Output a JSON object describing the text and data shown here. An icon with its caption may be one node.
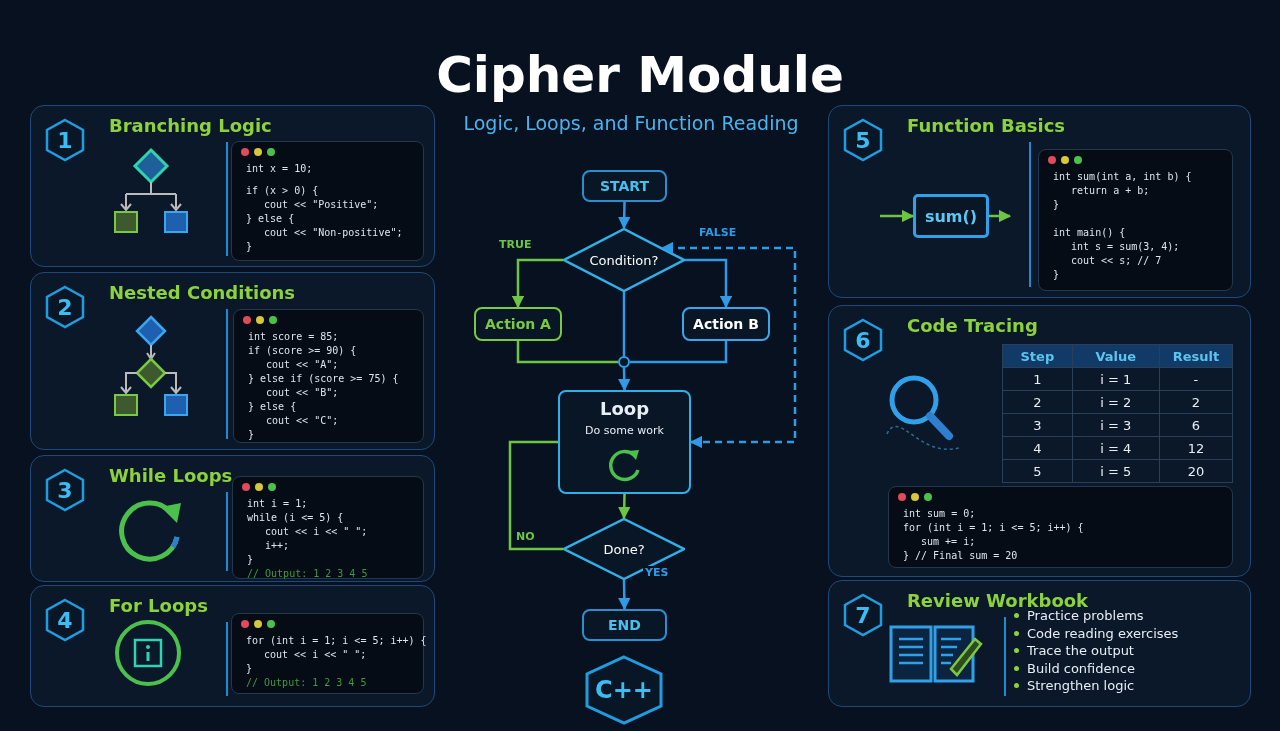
{
  "diagram": {
    "title": "Cipher Module",
    "nodes": [
      {
        "text": [
          "1",
          "Branching Logic"
        ]
      },
      {
        "text": [
          "int x = 10;",
          "if (x > 0) {",
          "cout << \"Positive\";",
          "} else {",
          "cout << \"Non-positive\";",
          "}"
        ],
        "in": 0
      },
      {
        "text": [
          "2",
          "Nested Conditions"
        ]
      },
      {
        "text": [
          "int score = 85;",
          "if (score >= 90) {",
          "cout << \"A\";",
          "} else if (score >= 75) {",
          "cout << \"B\";",
          "} else {",
          "cout << \"C\";",
          "}"
        ],
        "in": 2
      },
      {
        "text": [
          "3",
          "While Loops"
        ]
      },
      {
        "text": [
          "int i = 1;",
          "while (i <= 5) {",
          "cout << i << \" \";",
          "i++;",
          "}",
          "// Output: 1 2 3 4 5"
        ],
        "in": 4
      },
      {
        "text": [
          "4",
          "For Loops"
        ]
      },
      {
        "text": [
          "for (int i = 1; i <= 5; i++) {",
          "cout << i << \" \";",
          "}",
          "// Output: 1 2 3 4 5"
        ],
        "in": 6
      },
      {
        "text": [
          "START"
        ]
      },
      {
        "text": [
          "Condition?"
        ]
      },
      {
        "text": [
          "Action A"
        ]
      },
      {
        "text": [
          "Action B"
        ]
      },
      {
        "text": [],
        "shape": "circle"
      },
      {
        "text": [
          "Loop",
          "Do some work"
        ]
      },
      {
        "text": [
          "Done?"
        ]
      },
      {
        "text": [
          "END"
        ]
      },
      {
        "text": [
          "C++"
        ]
      },
      {
        "text": [
          "5",
          "Function Basics"
        ]
      },
      {
        "text": [
          "sum()"
        ],
        "in": 17
      },
      {
        "text": [
          "int sum(int a, int b) {",
          "return a + b;",
          "}",
          "int main() {",
          "int s = sum(3, 4);",
          "cout << s; // 7",
          "}"
        ],
        "in": 17
      },
      {
        "text": [
          "6",
          "Code Tracing"
        ]
      },
      {
        "text": [
          "int sum = 0;",
          "for (int i = 1; i <= 5; i++) {",
          "sum += i;",
          "} // Final sum = 20"
        ],
        "in": 20
      },
      {
        "text": [
          "7",
          "Review Workbook",
          "Practice problems",
          "Code reading exercises",
          "Trace the output",
          "Build confidence",
          "Strengthen logic"
        ]
      }
    ],
    "edges": [
      {
        "from": 8,
        "to": 9,
        "arrow": "to"
      },
      {
        "from": 9,
        "to": 10,
        "arrow": "to",
        "label": "TRUE",
        "color": "#6cc644"
      },
      {
        "from": 9,
        "to": 11,
        "arrow": "to",
        "label": "FALSE"
      },
      {
        "from": 9,
        "to": 12,
        "arrow": "none"
      },
      {
        "from": 10,
        "to": 12,
        "arrow": "none",
        "color": "#6cc644"
      },
      {
        "from": 11,
        "to": 12,
        "arrow": "none"
      },
      {
        "from": 12,
        "to": 13,
        "arrow": "to"
      },
      {
        "from": 13,
        "to": 14,
        "arrow": "to",
        "color": "#6cc644"
      },
      {
        "from": 14,
        "to": 13,
        "arrow": "none",
        "label": "NO",
        "color": "#6cc644"
      },
      {
        "from": 14,
        "to": 15,
        "arrow": "to",
        "label": "YES"
      },
      {
        "from": 13,
        "to": 9,
        "arrow": "both",
        "style": "dashed"
      },
      {
        "from": null,
        "to": 18,
        "arrow": "to",
        "color": "#6cc644"
      },
      {
        "from": 18,
        "to": null,
        "arrow": "to",
        "color": "#6cc644"
      }
    ],
    "labels": [
      "Logic, Loops, and Function Reading",
      "Step",
      "Value",
      "Result",
      "1",
      "i = 1",
      "-",
      "2",
      "i = 2",
      "2",
      "3",
      "i = 3",
      "6",
      "4",
      "i = 4",
      "12",
      "5",
      "i = 5",
      "20"
    ]
  }
}
